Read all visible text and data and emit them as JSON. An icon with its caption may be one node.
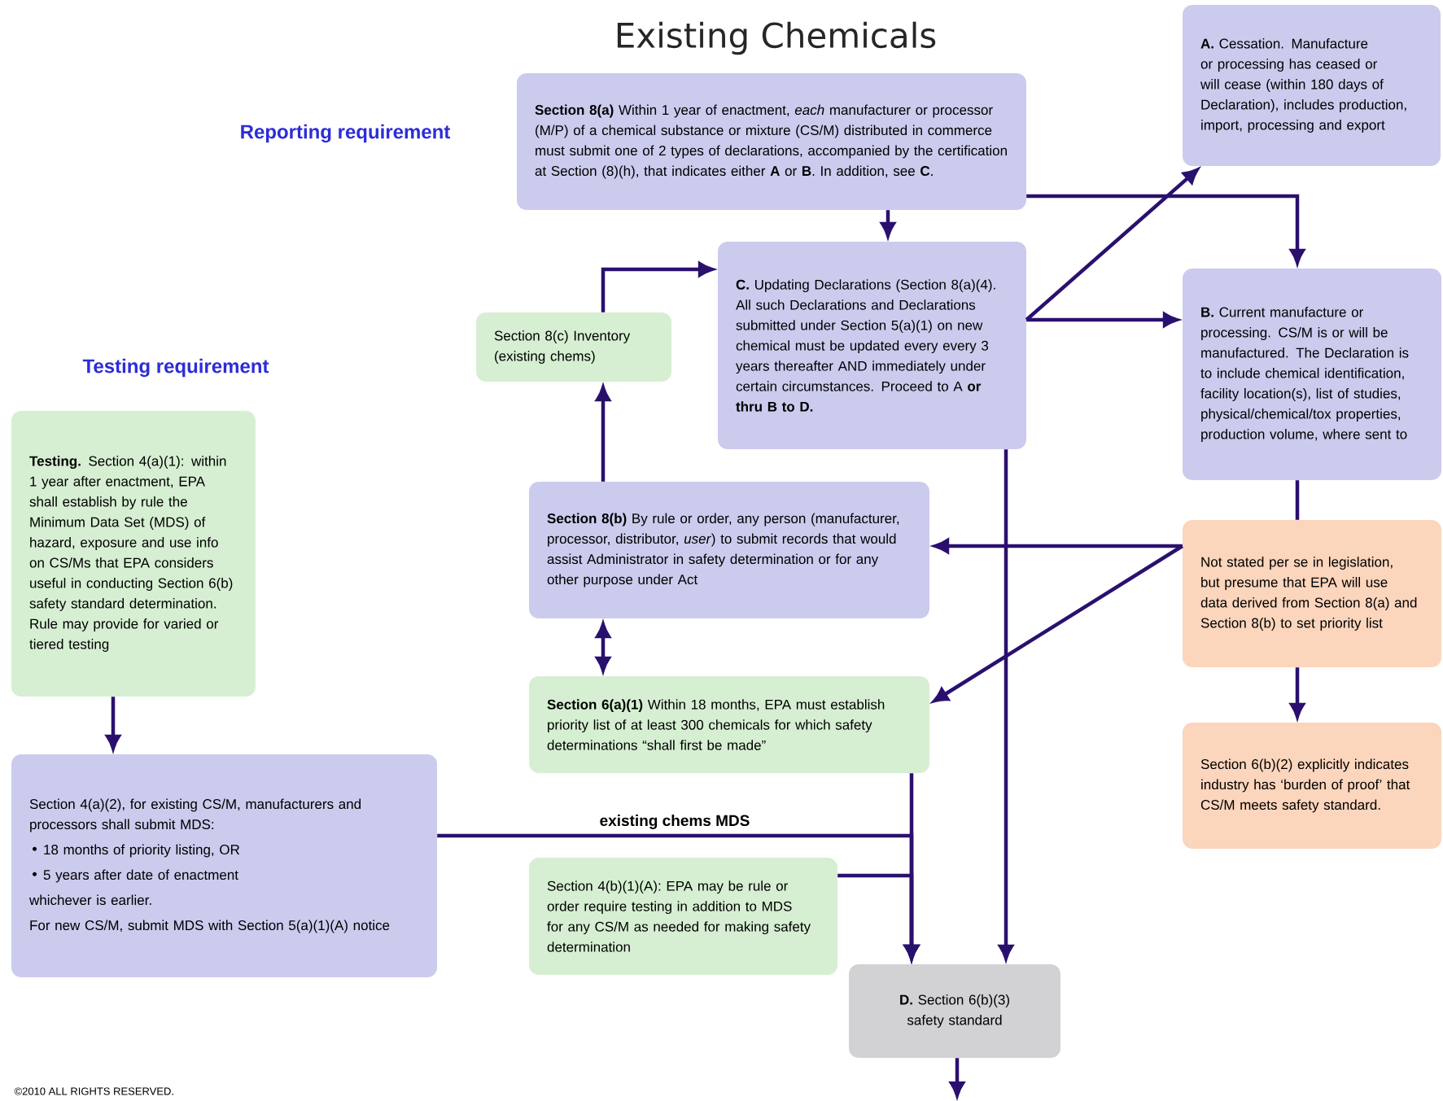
{
  "diagram": {
    "title": "Existing Chemicals",
    "nodes": [
      {
        "text": [
          "**Section 8(a)** Within 1 year of enactment, *each* manufacturer or processor (M/P) of a chemical substance or mixture (CS/M) distributed in commerce must submit one of 2 types of declarations, accompanied by the certification at Section (8)(h), that indicates either **A** or **B**. In addition, see **C**."
        ]
      },
      {
        "text": [
          "**A.** Cessation. Manufacture or processing has ceased or will cease (within 180 days of Declaration), includes production, import, processing and export"
        ]
      },
      {
        "text": [
          "**C.** Updating Declarations (Section 8(a)(4). All such Declarations and Declarations submitted under Section 5(a)(1) on new chemical must be updated every every 3 years thereafter AND immediately under certain circumstances. Proceed to A **or thru B to D.**"
        ]
      },
      {
        "text": [
          "Section 8(c) Inventory (existing chems)"
        ]
      },
      {
        "text": [
          "**B.** Current manufacture or processing. CS/M is or will be manufactured. The Declaration is to include chemical identification, facility location(s), list of studies, physical/chemical/tox properties, production volume, where sent to"
        ]
      },
      {
        "text": [
          "**Testing.** Section 4(a)(1): within 1 year after enactment, EPA shall establish by rule the Minimum Data Set (MDS) of hazard, exposure and use info on CS/Ms that EPA considers useful in conducting Section 6(b) safety standard determination. Rule may provide for varied or tiered testing"
        ]
      },
      {
        "text": [
          "**Section 8(b)** By rule or order, any person (manufacturer, processor, distributor, *user*) to submit records that would assist Administrator in safety determination or for any other purpose under Act"
        ]
      },
      {
        "text": [
          "Not stated per se in legislation, but presume that EPA will use data derived from Section 8(a) and Section 8(b) to set priority list"
        ]
      },
      {
        "text": [
          "**Section 6(a)(1)** Within 18 months, EPA must establish priority list of at least 300 chemicals for which safety determinations “shall first be made”"
        ]
      },
      {
        "text": [
          "Section 6(b)(2) explicitly indicates industry has ‘burden of proof’ that CS/M meets safety standard."
        ]
      },
      {
        "text": [
          "Section 4(a)(2), for existing CS/M, manufacturers and processors shall submit MDS:",
          "18 months of priority listing, OR",
          "5 years after date of enactment",
          "whichever is earlier.",
          "For new CS/M, submit MDS with Section 5(a)(1)(A) notice"
        ]
      },
      {
        "text": [
          "Section 4(b)(1)(A): EPA may be rule or order require testing in addition to MDS for any CS/M as needed for making safety determination"
        ]
      },
      {
        "text": [
          "**D.** Section 6(b)(3) safety standard"
        ]
      }
    ],
    "edges": [
      {
        "from": 0,
        "to": 2,
        "arrow": "to"
      },
      {
        "from": 0,
        "to": 4,
        "arrow": "to"
      },
      {
        "from": 3,
        "to": 2,
        "arrow": "to"
      },
      {
        "from": 6,
        "to": 3,
        "arrow": "to"
      },
      {
        "from": 2,
        "to": 1,
        "arrow": "to"
      },
      {
        "from": 2,
        "to": 4,
        "arrow": "to"
      },
      {
        "from": 2,
        "to": 12,
        "arrow": "to"
      },
      {
        "from": 4,
        "to": 7,
        "arrow": "none"
      },
      {
        "from": 7,
        "to": 6,
        "arrow": "to"
      },
      {
        "from": 7,
        "to": 8,
        "arrow": "to"
      },
      {
        "from": 7,
        "to": 9,
        "arrow": "to"
      },
      {
        "from": 6,
        "to": 8,
        "arrow": "both"
      },
      {
        "from": 5,
        "to": 10,
        "arrow": "to"
      },
      {
        "from": 10,
        "to": 12,
        "arrow": "to",
        "label": "existing chems MDS"
      },
      {
        "from": 11,
        "to": 12,
        "arrow": "to"
      },
      {
        "from": 8,
        "to": 12,
        "arrow": "to"
      },
      {
        "from": 12,
        "to": null,
        "arrow": "to"
      }
    ],
    "labels": [
      "Reporting requirement",
      "Testing requirement",
      "©2010 ALL RIGHTS RESERVED."
    ]
  }
}
